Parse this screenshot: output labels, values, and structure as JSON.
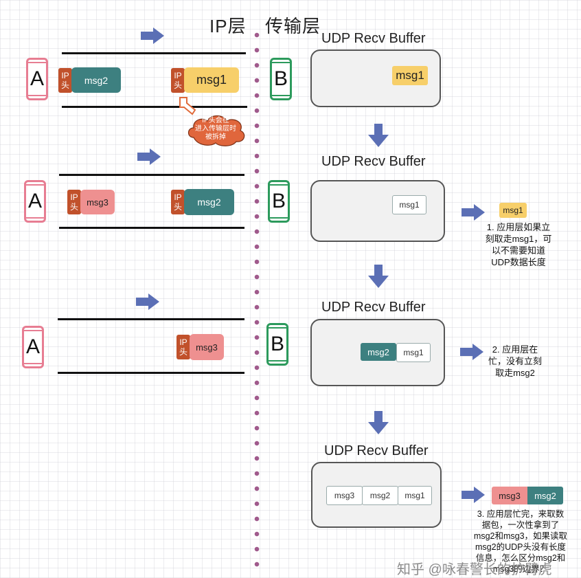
{
  "layers": {
    "ip": "IP层",
    "transport": "传输层"
  },
  "hosts": {
    "a": "A",
    "b": "B"
  },
  "ip_header": "IP\n头",
  "buffer_title": "UDP Recv Buffer",
  "messages": {
    "m1": "msg1",
    "m2": "msg2",
    "m3": "msg3"
  },
  "cloud_note": "IP头会在\n进入传输层时\n被拆掉",
  "notes": {
    "n1": "1. 应用层如果立\n刻取走msg1，可\n以不需要知道\nUDP数据长度",
    "n2": "2. 应用层在\n忙，没有立刻\n取走msg2",
    "n3": "3. 应用层忙完，来取数\n据包，一次性拿到了\nmsg2和msg3，如果读取\nmsg2的UDP头没有长度\n信息，怎么区分msg2和\nmsg3的边界？"
  },
  "watermark": "知乎 @咏春警长的护臂虎",
  "colors": {
    "teal": "#3d8080",
    "yellow": "#f7cf6a",
    "pink": "#ee9090",
    "ip_header": "#c1512b",
    "arrow": "#5b6fb5"
  }
}
